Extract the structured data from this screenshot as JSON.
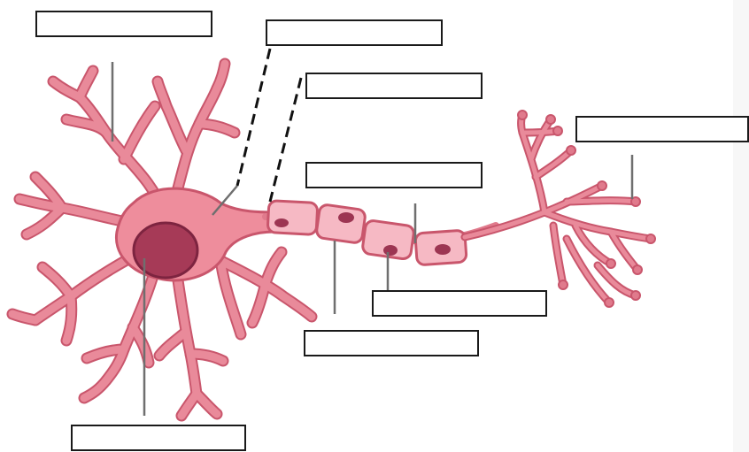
{
  "colors": {
    "membrane": "#e07a8c",
    "membrane_stroke": "#c9566c",
    "cytoplasm": "#f29aa8",
    "nucleus": "#a33a55",
    "nucleus_stroke": "#7d2440",
    "sheath_fill": "#f6b9c4",
    "sheath_stroke": "#c9566c",
    "sheath_nucleus": "#9c3552",
    "leader": "#6f6f6f",
    "box_border": "#1a1a1a"
  },
  "labels": [
    {
      "id": "dendrites",
      "text": ""
    },
    {
      "id": "axon-hillock",
      "text": ""
    },
    {
      "id": "schwann-cell-top",
      "text": ""
    },
    {
      "id": "axon-terminal",
      "text": ""
    },
    {
      "id": "myelin-sheath",
      "text": ""
    },
    {
      "id": "node-of-ranvier",
      "text": ""
    },
    {
      "id": "schwann-nucleus",
      "text": ""
    },
    {
      "id": "cell-body-nucleus",
      "text": ""
    }
  ]
}
